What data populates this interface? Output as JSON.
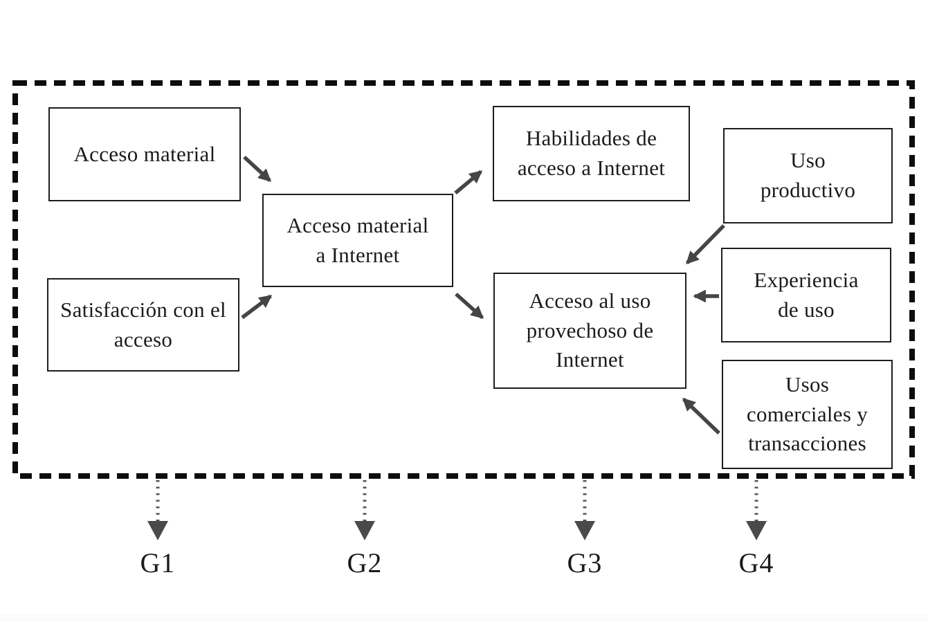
{
  "diagram": {
    "boxes": [
      {
        "id": "acceso-material",
        "label": "Acceso material"
      },
      {
        "id": "satisfaccion-acceso",
        "label": "Satisfacción con el acceso"
      },
      {
        "id": "acceso-material-internet",
        "label": "Acceso material a Internet"
      },
      {
        "id": "habilidades-acceso",
        "label": "Habilidades de acceso a Internet"
      },
      {
        "id": "acceso-uso-provechoso",
        "label": "Acceso al uso provechoso de Internet"
      },
      {
        "id": "uso-productivo",
        "label": "Uso productivo"
      },
      {
        "id": "experiencia-uso",
        "label": "Experiencia de uso"
      },
      {
        "id": "usos-comerciales",
        "label": "Usos comerciales y transacciones"
      }
    ],
    "edges": [
      {
        "from": "acceso-material",
        "to": "acceso-material-internet"
      },
      {
        "from": "satisfaccion-acceso",
        "to": "acceso-material-internet"
      },
      {
        "from": "acceso-material-internet",
        "to": "habilidades-acceso"
      },
      {
        "from": "acceso-material-internet",
        "to": "acceso-uso-provechoso"
      },
      {
        "from": "uso-productivo",
        "to": "acceso-uso-provechoso"
      },
      {
        "from": "experiencia-uso",
        "to": "acceso-uso-provechoso"
      },
      {
        "from": "usos-comerciales",
        "to": "acceso-uso-provechoso"
      }
    ],
    "group_labels": [
      {
        "id": "g1",
        "label": "G1"
      },
      {
        "id": "g2",
        "label": "G2"
      },
      {
        "id": "g3",
        "label": "G3"
      },
      {
        "id": "g4",
        "label": "G4"
      }
    ],
    "colors": {
      "text": "#1b1b1b",
      "box_border": "#1d1d1d",
      "arrow": "#454545",
      "dotted_arrow": "#555555",
      "boundary": "#0d0d0d"
    }
  }
}
